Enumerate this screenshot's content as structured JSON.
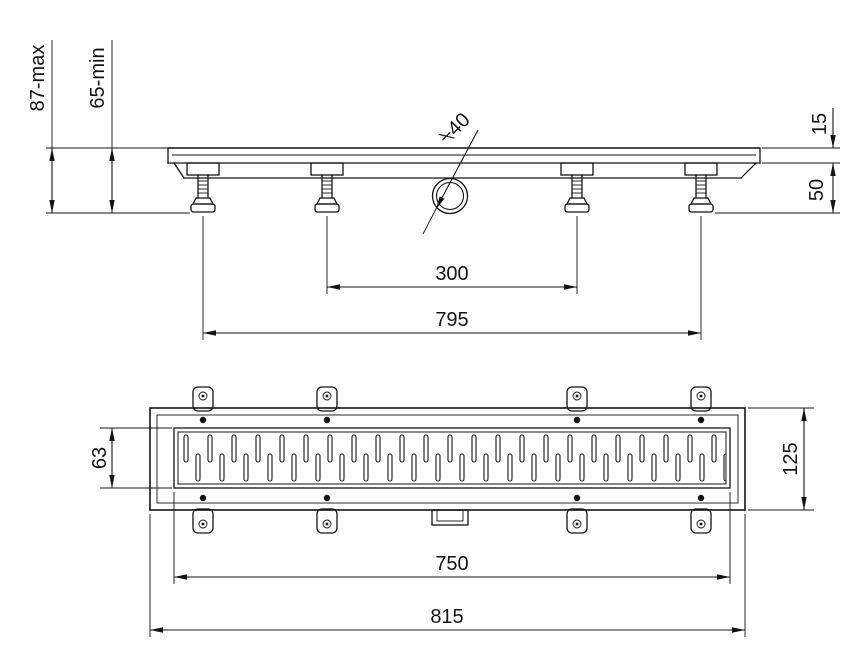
{
  "drawing": {
    "type": "technical-dimension-drawing",
    "views": {
      "side_view": "side elevation of linear shower drain with adjustable feet",
      "plan_view": "top view of drain channel with slotted grate and mounting tabs"
    }
  },
  "dimensions": {
    "height_max": "87-max",
    "height_min": "65-min",
    "grate_thickness": "15",
    "channel_depth": "50",
    "outlet_diameter": "⍀40",
    "feet_inner_spacing": "300",
    "feet_outer_spacing": "795",
    "grate_width": "63",
    "flange_width": "125",
    "grate_length": "750",
    "overall_length": "815"
  },
  "colors": {
    "line": "#141414",
    "background": "#ffffff"
  }
}
